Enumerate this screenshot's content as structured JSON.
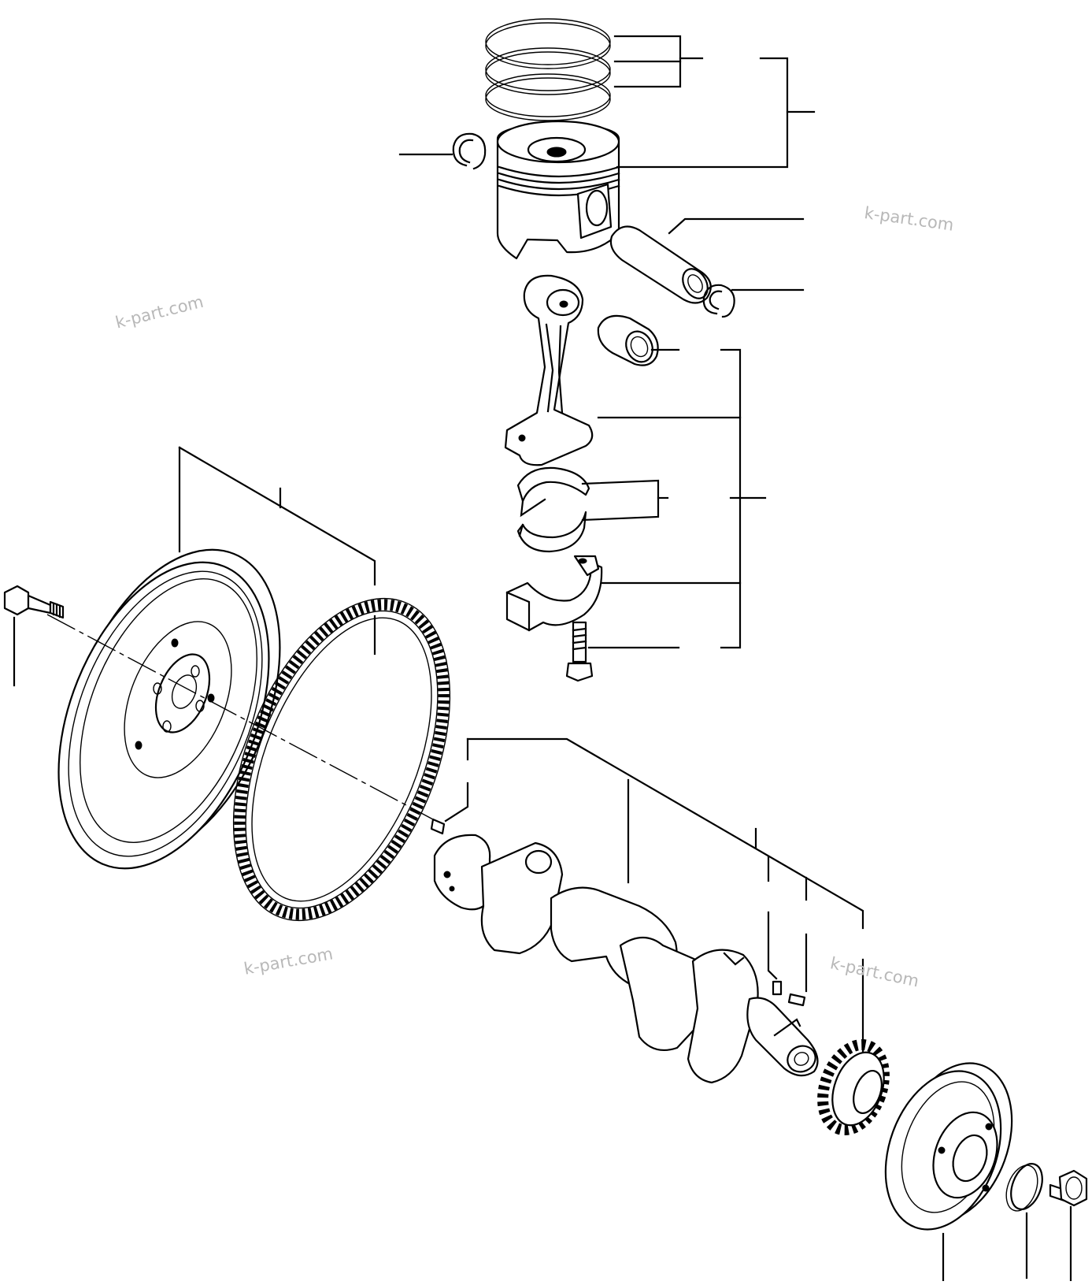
{
  "watermarks": {
    "top_right": "k-part.com",
    "left": "k-part.com",
    "bottom_left": "k-part.com",
    "bottom_right": "k-part.com"
  },
  "colors": {
    "line": "#000000",
    "background": "#ffffff",
    "watermark": "#b8b8b8"
  }
}
